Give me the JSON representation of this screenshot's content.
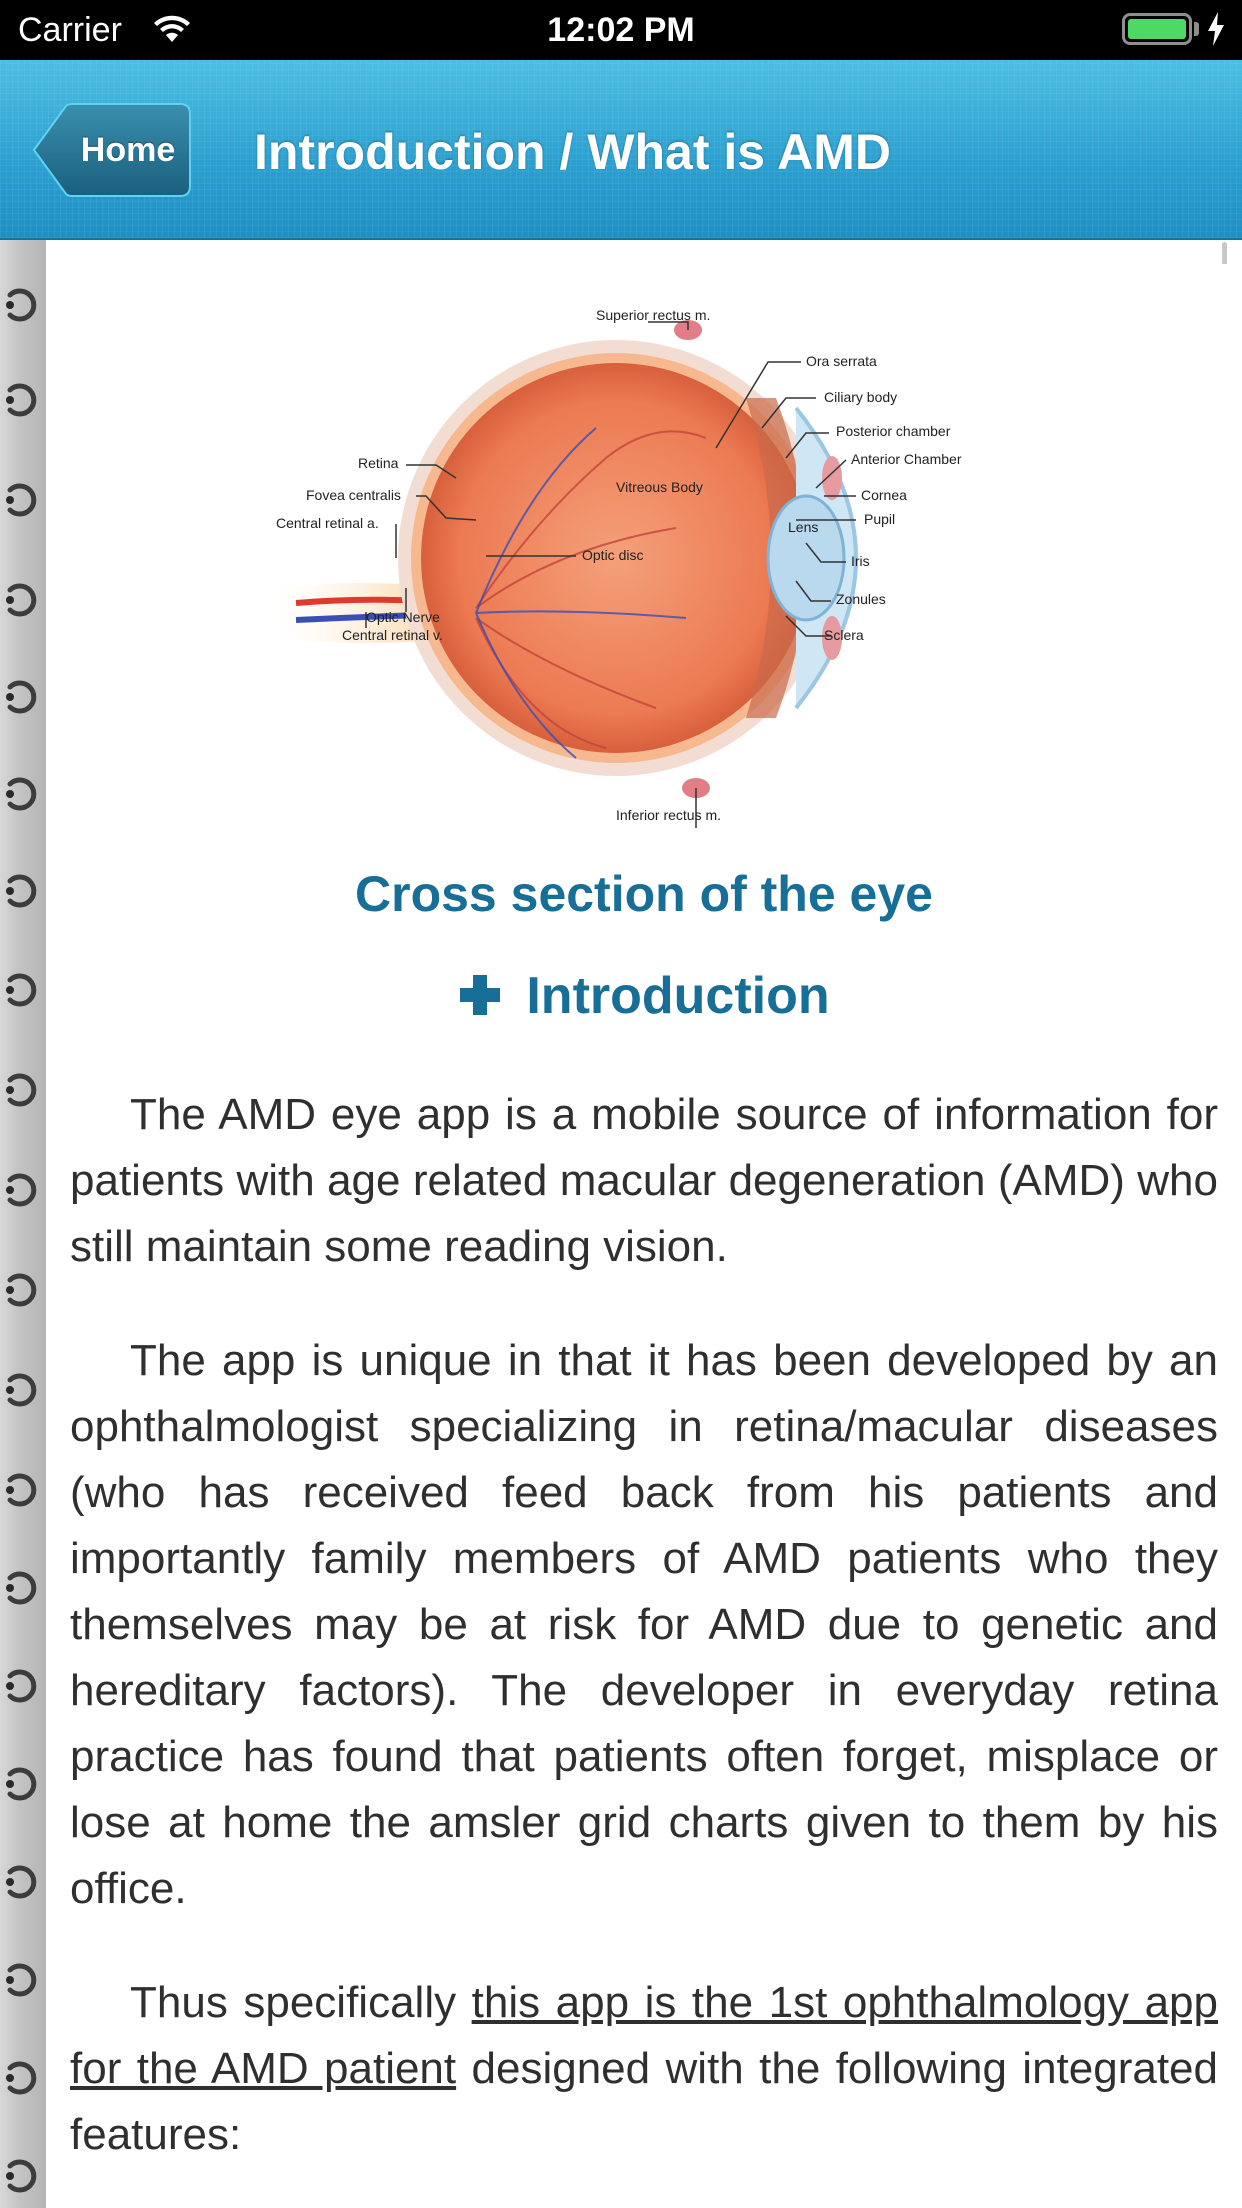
{
  "status_bar": {
    "carrier": "Carrier",
    "time": "12:02 PM",
    "battery_color": "#4cd964"
  },
  "nav": {
    "back_label": "Home",
    "title": "Introduction / What is AMD"
  },
  "figure": {
    "labels": {
      "superior_rectus": "Superior rectus m.",
      "ora_serrata": "Ora serrata",
      "ciliary_body": "Ciliary body",
      "posterior_chamber": "Posterior chamber",
      "anterior_chamber": "Anterior Chamber",
      "cornea": "Cornea",
      "pupil": "Pupil",
      "iris": "Iris",
      "zonules": "Zonules",
      "sclera": "Sclera",
      "inferior_rectus": "Inferior rectus m.",
      "retina": "Retina",
      "fovea": "Fovea centralis",
      "central_retinal_a": "Central retinal a.",
      "optic_nerve": "Optic Nerve",
      "central_retinal_v": "Central retinal v.",
      "vitreous": "Vitreous Body",
      "optic_disc": "Optic disc",
      "lens": "Lens"
    }
  },
  "caption": "Cross section of the eye",
  "section": {
    "title": "Introduction",
    "icon": "plus-icon"
  },
  "paragraphs": {
    "p1": "The AMD eye app is a mobile source of information for patients with age related macular degeneration (AMD) who still maintain some reading vision.",
    "p2": "The app is unique in that it has been developed by an ophthalmologist specializing in retina/macular diseases (who has received feed back from his patients and importantly family members of AMD patients who they themselves may be at risk for AMD due to genetic and hereditary factors). The developer in everyday retina practice has found that patients often forget, misplace or lose at home the amsler grid charts given to them by his office.",
    "p3_before": "Thus specifically ",
    "p3_link": "this app is the 1st ophthalmology app for the AMD patient",
    "p3_after": " designed with the following integrated features:"
  },
  "colors": {
    "nav_blue": "#2a9fd0",
    "heading_blue": "#176e96",
    "body_text": "#2f2f2f"
  }
}
